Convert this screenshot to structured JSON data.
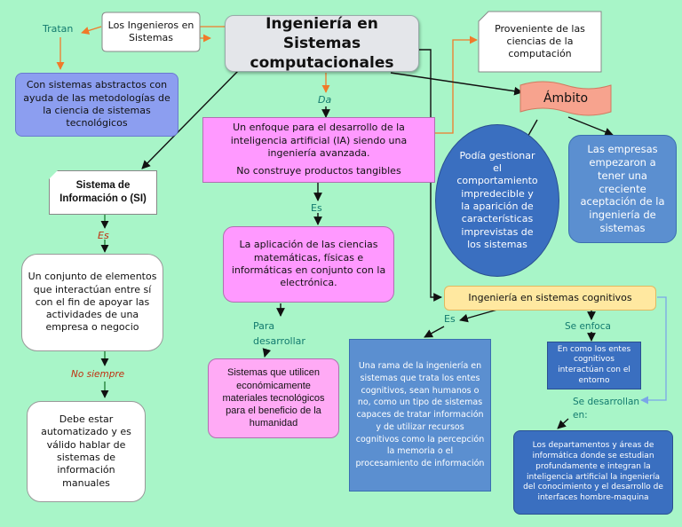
{
  "title": "Ingeniería en Sistemas computacionales",
  "labels": {
    "tratan": "Tratan",
    "da": "Da",
    "es_1": "Es",
    "es_2": "Es",
    "es_3": "Es",
    "para_desarrollar": "Para desarrollar",
    "no_siempre": "No siempre",
    "se_enfoca": "Se enfoca",
    "se_desarrollan": "Se desarrollan en:"
  },
  "nodes": {
    "ingenieros": "Los Ingenieros en Sistemas",
    "abstractos": "Con sistemas abstractos con ayuda de las metodologías de la ciencia de sistemas tecnológicos",
    "enfoque": "Un enfoque para el desarrollo de la inteligencia artificial (IA) siendo una ingeniería avanzada.",
    "no_construye": "No construye productos tangibles",
    "aplicacion": "La aplicación de las ciencias matemáticas, físicas e informáticas en conjunto con la electrónica.",
    "sistemas_utilicen": "Sistemas que utilicen económicamente materiales tecnológicos para el beneficio de la humanidad",
    "sistema_informacion": "Sistema de Información o (SI)",
    "conjunto": "Un conjunto de elementos que interactúan entre sí con el fin de apoyar las actividades de una empresa o negocio",
    "automatizado": "Debe estar automatizado y es válido hablar de sistemas de información manuales",
    "proveniente": "Proveniente de las ciencias de la computación",
    "ambito": "Ámbito",
    "podia": "Podía gestionar el comportamiento impredecible y la aparición de características imprevistas de los sistemas",
    "empresas": "Las empresas empezaron a tener una creciente aceptación de la ingeniería de sistemas",
    "cognitivos": "Ingeniería en sistemas cognitivos",
    "rama": "Una rama de la ingeniería en sistemas que trata los entes cognitivos, sean humanos o no, como un tipo de sistemas capaces de tratar información y de utilizar recursos cognitivos como la percepción la memoria o el procesamiento de información",
    "entes": "En como los entes cognitivos interactúan con el entorno",
    "departamentos": "Los departamentos y áreas de informática donde se estudian profundamente e integran la inteligencia artificial la ingeniería del conocimiento y el desarrollo de interfaces hombre-maquina"
  },
  "colors": {
    "background": "#a8f5c8",
    "white_node": "#ffffff",
    "pink_node": "#ff99ff",
    "light_pink_node": "#ffaaf5",
    "blue_node": "#5b8fd0",
    "dark_blue_node": "#3a6fc0",
    "violet_node": "#8c9ef0",
    "yellow_node": "#ffe8a0",
    "salmon_flag": "#f7a38e",
    "title_box": "#e4e6ea",
    "orange_link": "#f07a2a",
    "black_link": "#111111",
    "blue_link": "#7aa6e8",
    "teal_label": "#127a6e",
    "green_label": "#1a7a30",
    "red_label": "#c03010"
  }
}
